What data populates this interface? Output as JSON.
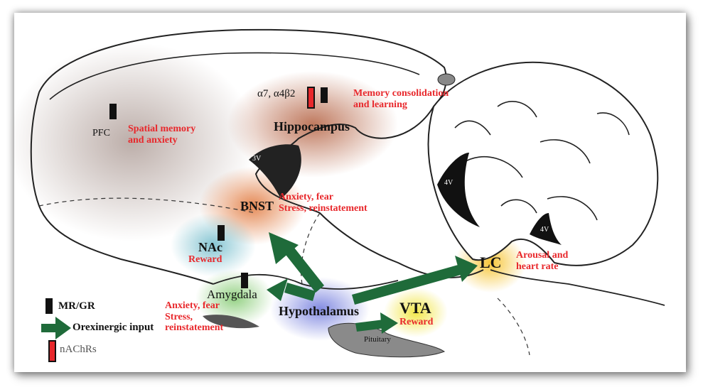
{
  "regions": {
    "pfc": "PFC",
    "hippocampus": "Hippocampus",
    "bnst": "BNST",
    "nac": "NAc",
    "amygdala": "Amygdala",
    "hypothalamus": "Hypothalamus",
    "vta": "VTA",
    "lc": "LC",
    "pituitary": "Pituitary",
    "v3": "3V",
    "v4a": "4V",
    "v4b": "4V"
  },
  "functions": {
    "pfc_line1": "Spatial memory",
    "pfc_line2": "and anxiety",
    "hippo_line1": "Memory consolidation",
    "hippo_line2": "and learning",
    "bnst_line1": "Anxiety, fear",
    "bnst_line2": "Stress, reinstatement",
    "nac": "Reward",
    "amyg_line1": "Anxiety, fear",
    "amyg_line2": "Stress,",
    "amyg_line3": "reinstatement",
    "vta": "Reward",
    "lc_line1": "Arousal and",
    "lc_line2": "heart rate"
  },
  "receptor_subtypes": "α7, α4β2",
  "legend": {
    "mrgr": "MR/GR",
    "orexin": "Orexinergic input",
    "nachr": "nAChRs"
  },
  "colors": {
    "label_red": "#e8282c",
    "arrow_green": "#1f6b3a",
    "pfc_glow": "#b9aaa5",
    "hippo_glow": "#b86a4c",
    "bnst_glow": "#e3834c",
    "nac_glow": "#7fc2d0",
    "amyg_glow": "#8fcf7e",
    "hypo_glow": "#7d86e0",
    "vta_glow": "#f2e649",
    "lc_glow": "#f7c63a"
  }
}
